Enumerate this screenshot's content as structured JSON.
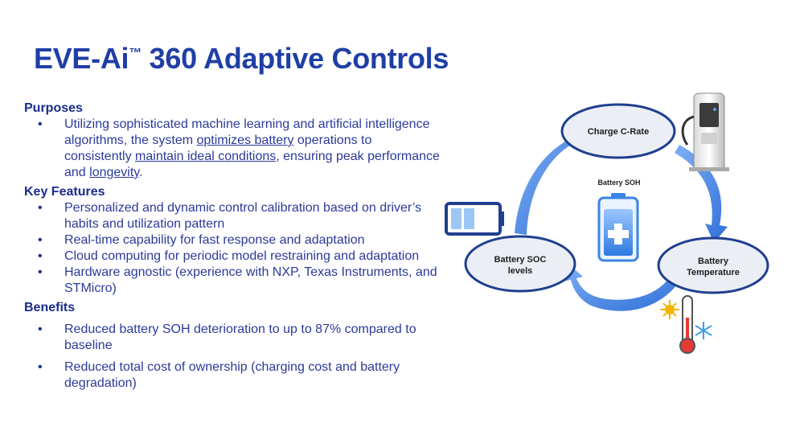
{
  "title_main": "EVE-Ai",
  "title_tm": "™",
  "title_rest": " 360 Adaptive Controls",
  "purposes": {
    "heading": "Purposes",
    "p1": "Utilizing sophisticated machine learning and artificial intelligence algorithms, the system ",
    "p1_link1": "optimizes battery",
    "p2": " operations to consistently ",
    "p2_link2": "maintain ideal conditions",
    "p3": ", ensuring peak performance and ",
    "p3_link3": "longevity",
    "p4": "."
  },
  "key_features": {
    "heading": "Key Features",
    "items": [
      "Personalized and dynamic control calibration based on driver’s habits and utilization pattern",
      "Real-time capability for fast response and adaptation",
      "Cloud computing for periodic model restraining and adaptation",
      "Hardware agnostic (experience with NXP, Texas Instruments, and STMicro)"
    ]
  },
  "benefits": {
    "heading": "Benefits",
    "items": [
      "Reduced battery SOH deterioration to up to 87% compared to baseline",
      "Reduced total cost of ownership (charging cost and battery degradation)"
    ]
  },
  "diagram": {
    "center_label": "Battery SOH",
    "node_charge": "Charge C-Rate",
    "node_soc_1": "Battery SOC",
    "node_soc_2": "levels",
    "node_temp_1": "Battery",
    "node_temp_2": "Temperature",
    "colors": {
      "arrow": "#3f7fe0",
      "ellipse_fill": "#eceef6",
      "ellipse_stroke": "#1f3f8f",
      "battery": "#3a84e6"
    }
  }
}
